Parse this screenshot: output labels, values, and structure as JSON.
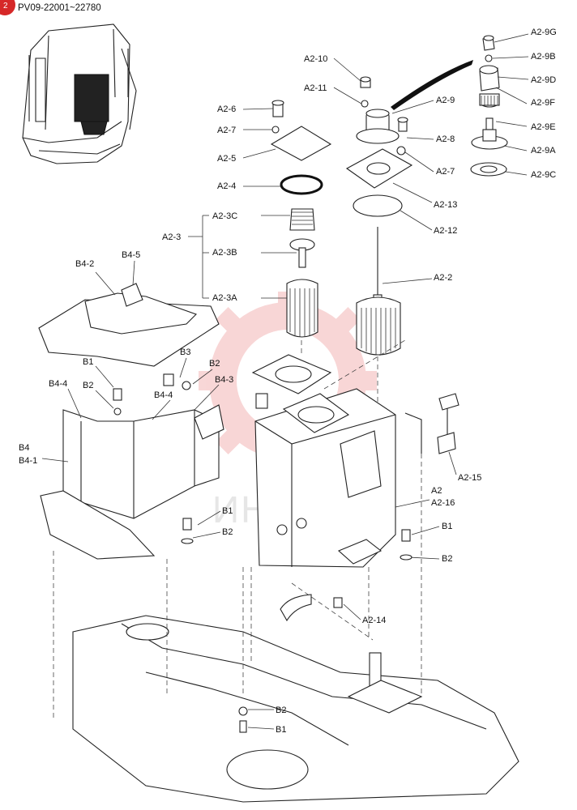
{
  "header": {
    "badge": "2",
    "serial_range": "PV09-22001~22780"
  },
  "watermark": {
    "text": "ИНТЕХ"
  },
  "labels": {
    "a2_10": "A2-10",
    "a2_11": "A2-11",
    "a2_9": "A2-9",
    "a2_8": "A2-8",
    "a2_7_right": "A2-7",
    "a2_13": "A2-13",
    "a2_12": "A2-12",
    "a2_2": "A2-2",
    "a2_9g": "A2-9G",
    "a2_9b": "A2-9B",
    "a2_9d": "A2-9D",
    "a2_9f": "A2-9F",
    "a2_9e": "A2-9E",
    "a2_9a": "A2-9A",
    "a2_9c": "A2-9C",
    "a2_6": "A2-6",
    "a2_7_left": "A2-7",
    "a2_5": "A2-5",
    "a2_4": "A2-4",
    "a2_3": "A2-3",
    "a2_3c": "A2-3C",
    "a2_3b": "A2-3B",
    "a2_3a": "A2-3A",
    "b4_2": "B4-2",
    "b4_5": "B4-5",
    "b3": "B3",
    "b2_top": "B2",
    "b1_top": "B1",
    "b2_left": "B2",
    "b4_4_a": "B4-4",
    "b4_4_b": "B4-4",
    "b4_3": "B4-3",
    "b4": "B4",
    "b4_1": "B4-1",
    "b1_mid": "B1",
    "b2_mid": "B2",
    "a2": "A2",
    "a2_16": "A2-16",
    "a2_15": "A2-15",
    "b1_right": "B1",
    "b2_right": "B2",
    "a2_14": "A2-14",
    "b2_bottom": "B2",
    "b1_bottom": "B1"
  }
}
